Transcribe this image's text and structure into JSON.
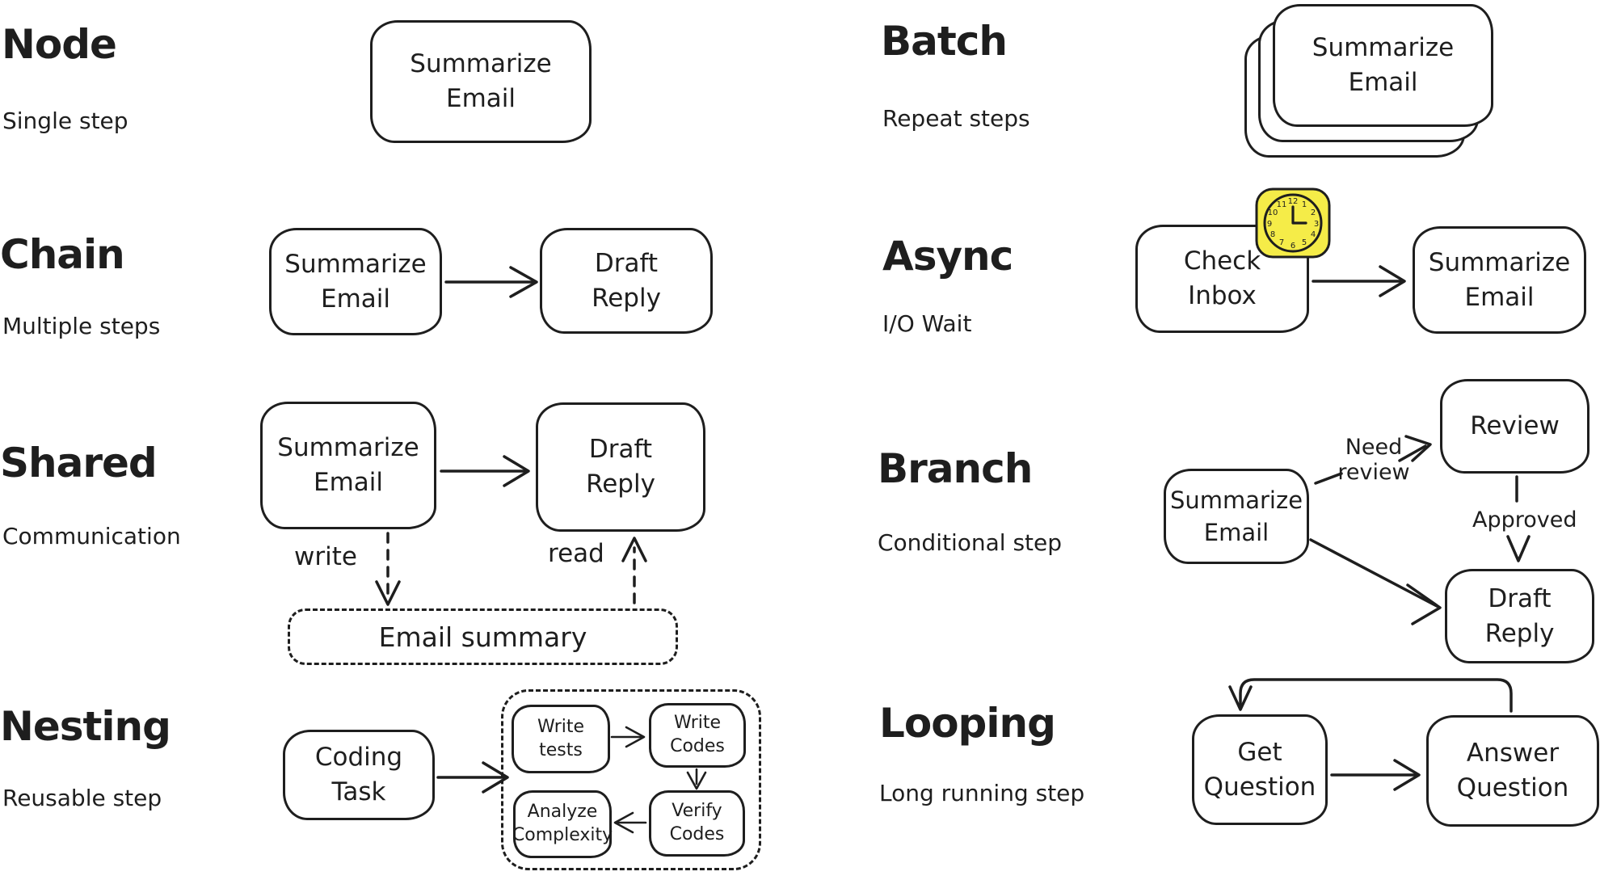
{
  "canvas": {
    "background": "#ffffff",
    "ink": "#1e1e1e",
    "clock_fill": "#f5ec48"
  },
  "sections": {
    "node": {
      "title": "Node",
      "subtitle": "Single step",
      "box": "Summarize\nEmail"
    },
    "chain": {
      "title": "Chain",
      "subtitle": "Multiple steps",
      "box1": "Summarize\nEmail",
      "box2": "Draft\nReply"
    },
    "shared": {
      "title": "Shared",
      "subtitle": "Communication",
      "box1": "Summarize\nEmail",
      "box2": "Draft\nReply",
      "store": "Email summary",
      "write_label": "write",
      "read_label": "read"
    },
    "nesting": {
      "title": "Nesting",
      "subtitle": "Reusable step",
      "box": "Coding\nTask",
      "inner_top_left": "Write\ntests",
      "inner_top_right": "Write\nCodes",
      "inner_bottom_left": "Analyze\nComplexity",
      "inner_bottom_right": "Verify\nCodes"
    },
    "batch": {
      "title": "Batch",
      "subtitle": "Repeat steps",
      "box": "Summarize\nEmail"
    },
    "async": {
      "title": "Async",
      "subtitle": "I/O Wait",
      "box1": "Check\nInbox",
      "box2": "Summarize\nEmail",
      "icon": "clock-icon"
    },
    "branch": {
      "title": "Branch",
      "subtitle": "Conditional step",
      "box1": "Summarize\nEmail",
      "box2": "Review",
      "box3": "Draft\nReply",
      "edge_need": "Need\nreview",
      "edge_approved": "Approved"
    },
    "looping": {
      "title": "Looping",
      "subtitle": "Long running step",
      "box1": "Get\nQuestion",
      "box2": "Answer\nQuestion"
    }
  }
}
